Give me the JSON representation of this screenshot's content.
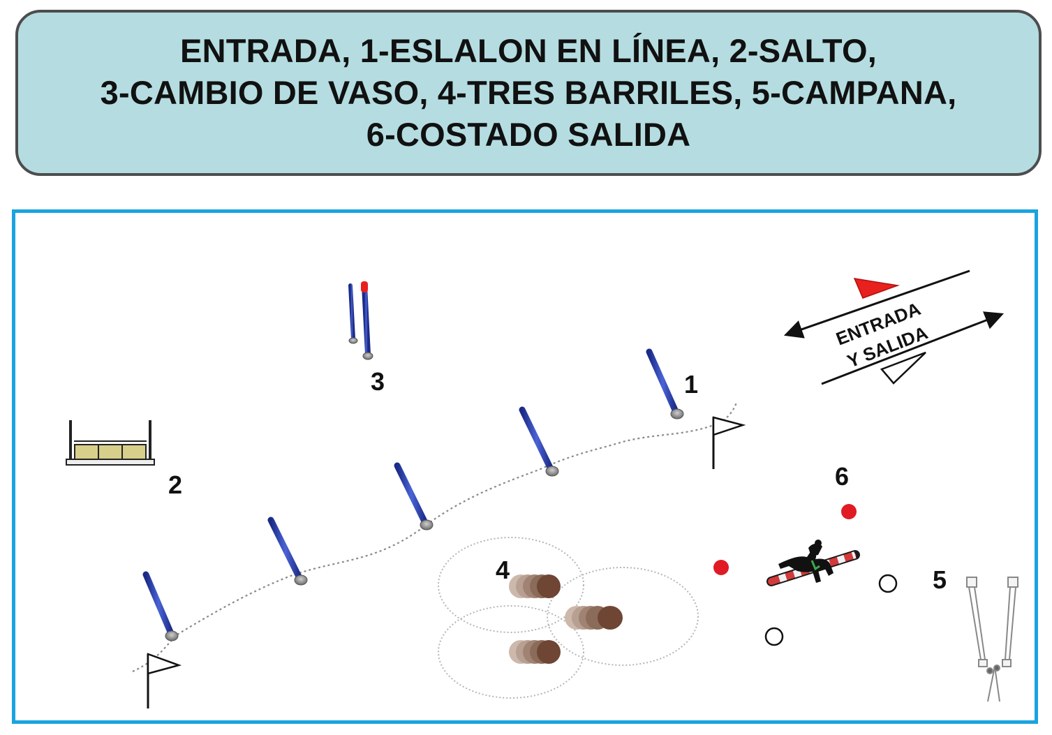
{
  "title": {
    "line1": "ENTRADA, 1-ESLALON EN LÍNEA, 2-SALTO,",
    "line2": "3-CAMBIO DE VASO, 4-TRES BARRILES, 5-CAMPANA,",
    "line3": "6-COSTADO SALIDA"
  },
  "course": {
    "stations": {
      "s1": "1",
      "s2": "2",
      "s3": "3",
      "s4": "4",
      "s5": "5",
      "s6": "6"
    },
    "entrance_sign": {
      "line1": "ENTRADA",
      "line2": "Y SALIDA"
    }
  },
  "colors": {
    "title_background": "#b5dde1",
    "title_border": "#4d4d4d",
    "field_border": "#1aa3e0",
    "pole": "#2b3ea8",
    "flag_red": "#e8201e",
    "marker_red": "#e01b24",
    "barrel": "#7a4a35"
  },
  "icons": {
    "slalom_pole": "pole-icon",
    "start_flag": "flag-icon",
    "jump": "jump-fence-icon",
    "barrel": "barrel-icon",
    "bell": "bell-frame-icon",
    "horse_rider": "horse-rider-icon"
  }
}
